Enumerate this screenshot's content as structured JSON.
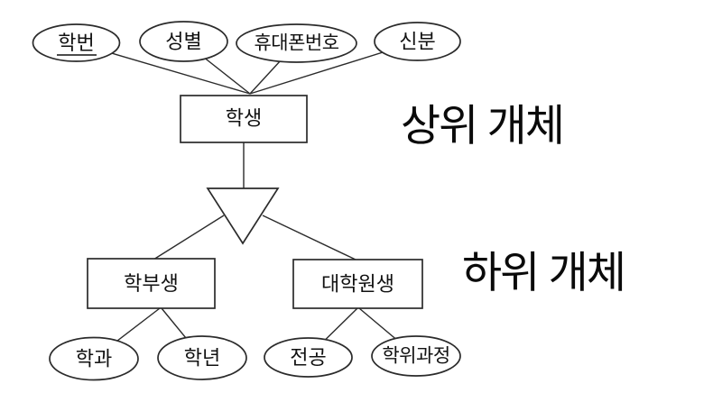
{
  "diagram": {
    "title_superclass": "상위 개체",
    "title_subclass": "하위 개체",
    "relationship": {
      "type": "ISA",
      "shape": "triangle-icon"
    },
    "superclass_entity": {
      "label": "학생",
      "attributes": [
        {
          "label": "학번",
          "primary_key": true
        },
        {
          "label": "성별",
          "primary_key": false
        },
        {
          "label": "휴대폰번호",
          "primary_key": false
        },
        {
          "label": "신분",
          "primary_key": false
        }
      ]
    },
    "subclass_entities": [
      {
        "label": "학부생",
        "attributes": [
          {
            "label": "학과"
          },
          {
            "label": "학년"
          }
        ]
      },
      {
        "label": "대학원생",
        "attributes": [
          {
            "label": "전공"
          },
          {
            "label": "학위과정"
          }
        ]
      }
    ],
    "colors": {
      "line": "#2b2b2b",
      "text": "#111111",
      "shape_fill": "#ffffff",
      "background": "#ffffff"
    }
  }
}
